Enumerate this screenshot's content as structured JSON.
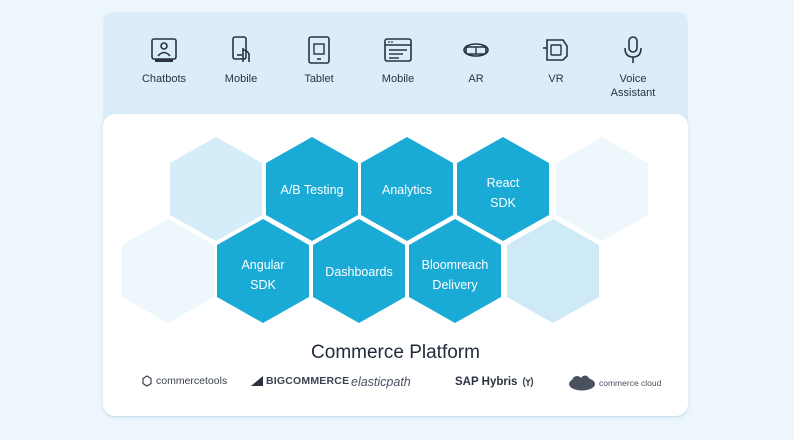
{
  "channels": [
    {
      "label": "Chatbots",
      "icon": "chatbot-icon"
    },
    {
      "label": "Mobile",
      "icon": "mobile-touch-icon"
    },
    {
      "label": "Tablet",
      "icon": "tablet-icon"
    },
    {
      "label": "Mobile",
      "icon": "mobile-browser-icon"
    },
    {
      "label": "AR",
      "icon": "ar-headset-icon"
    },
    {
      "label": "VR",
      "icon": "vr-headset-icon"
    },
    {
      "label": "Voice\nAssistant",
      "icon": "microphone-icon"
    }
  ],
  "hexagons": [
    {
      "label": "A/B Testing"
    },
    {
      "label": "Analytics"
    },
    {
      "label": "React\nSDK"
    },
    {
      "label": "Angular\nSDK"
    },
    {
      "label": "Dashboards"
    },
    {
      "label": "Bloomreach\nDelivery"
    }
  ],
  "platform": {
    "title": "Commerce Platform",
    "logos": [
      {
        "name": "commercetools"
      },
      {
        "name": "BIGCOMMERCE"
      },
      {
        "name": "elasticpath"
      },
      {
        "name": "SAP Hybris"
      },
      {
        "name": "commerce cloud"
      }
    ]
  },
  "colors": {
    "hex_primary": "#1aaad6",
    "hex_faded": "#cdeaf6",
    "hex_faded_light": "#e6f4fb",
    "panel": "#daedf9",
    "text_dark": "#1f2a3a"
  }
}
